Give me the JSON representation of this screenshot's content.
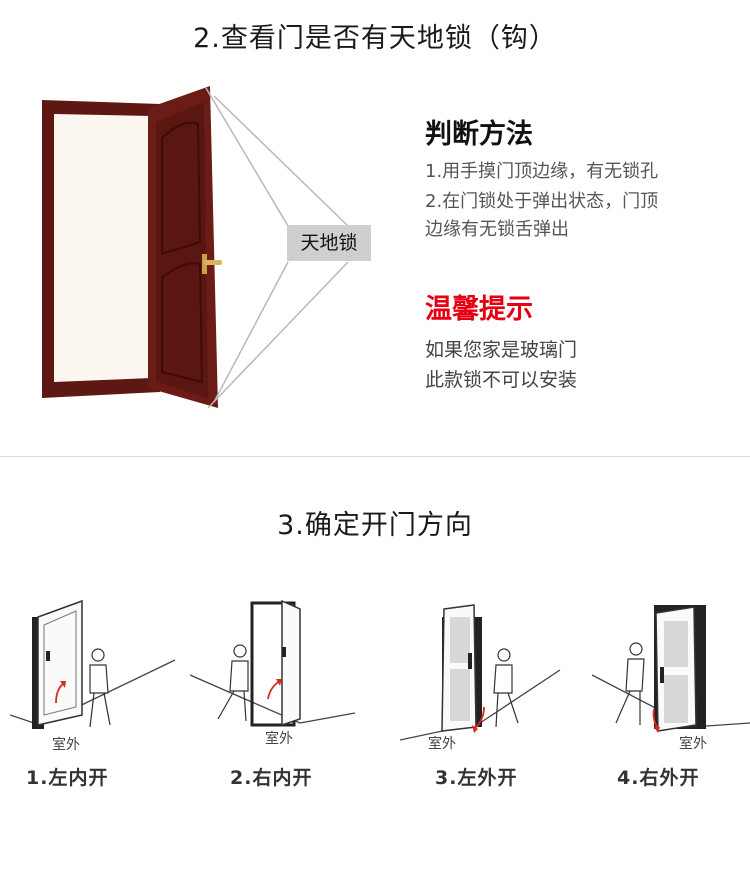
{
  "section2": {
    "title": "2.查看门是否有天地锁（钩）",
    "badge": "天地锁",
    "method_title": "判断方法",
    "method_lines": [
      "1.用手摸门顶边缘，有无锁孔",
      "2.在门锁处于弹出状态，门顶",
      "边缘有无锁舌弹出"
    ],
    "tip_title": "温馨提示",
    "tip_lines": [
      "如果您家是玻璃门",
      "此款锁不可以安装"
    ]
  },
  "section3": {
    "title": "3.确定开门方向",
    "outside_label": "室外",
    "directions": [
      "1.左内开",
      "2.右内开",
      "3.左外开",
      "4.右外开"
    ]
  },
  "colors": {
    "door": "#5e1813",
    "accent_red": "#e60012",
    "arrow": "#d62b1e"
  }
}
